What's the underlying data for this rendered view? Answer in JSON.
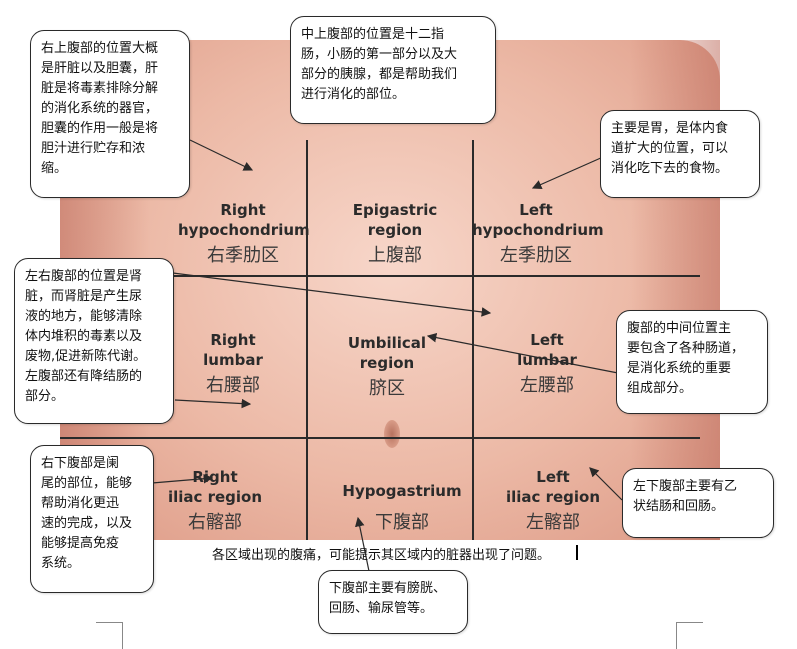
{
  "regions": {
    "right_hypochondrium": {
      "en": "Right\nhypochondrium",
      "cn": "右季肋区"
    },
    "epigastric": {
      "en": "Epigastric\nregion",
      "cn": "上腹部"
    },
    "left_hypochondrium": {
      "en": "Left\nhypochondrium",
      "cn": "左季肋区"
    },
    "right_lumbar": {
      "en": "Right\nlumbar",
      "cn": "右腰部"
    },
    "umbilical": {
      "en": "Umbilical\nregion",
      "cn": "脐区"
    },
    "left_lumbar": {
      "en": "Left\nlumbar",
      "cn": "左腰部"
    },
    "right_iliac": {
      "en": "Right\niliac region",
      "cn": "右髂部"
    },
    "hypogastrium": {
      "en": "Hypogastrium",
      "cn": "下腹部"
    },
    "left_iliac": {
      "en": "Left\niliac region",
      "cn": "左髂部"
    }
  },
  "callouts": {
    "upper_right": "右上腹部的位置大概\n是肝脏以及胆囊，肝\n脏是将毒素排除分解\n的消化系统的器官，\n胆囊的作用一般是将\n胆汁进行贮存和浓\n缩。",
    "upper_middle": "中上腹部的位置是十二指\n肠，小肠的第一部分以及大\n部分的胰腺，都是帮助我们\n进行消化的部位。",
    "upper_left": "主要是胃，是体内食\n道扩大的位置，可以\n消化吃下去的食物。",
    "middle_left_right": "左右腹部的位置是肾\n脏，而肾脏是产生尿\n液的地方，能够清除\n体内堆积的毒素以及\n废物,促进新陈代谢。\n左腹部还有降结肠的\n部分。",
    "middle_center": "腹部的中间位置主\n要包含了各种肠道，\n是消化系统的重要\n组成部分。",
    "lower_right": "右下腹部是阑\n尾的部位，能够\n帮助消化更迅\n速的完成，以及\n能够提高免疫\n系统。",
    "lower_left": "左下腹部主要有乙\n状结肠和回肠。",
    "lower_middle": "下腹部主要有膀胱、\n回肠、输尿管等。"
  },
  "caption": "各区域出现的腹痛，可能提示其区域内的脏器出现了问题。",
  "colors": {
    "skin": "#ecb9a6",
    "line": "#2a2a2a",
    "box_border": "#2a2a2a"
  }
}
